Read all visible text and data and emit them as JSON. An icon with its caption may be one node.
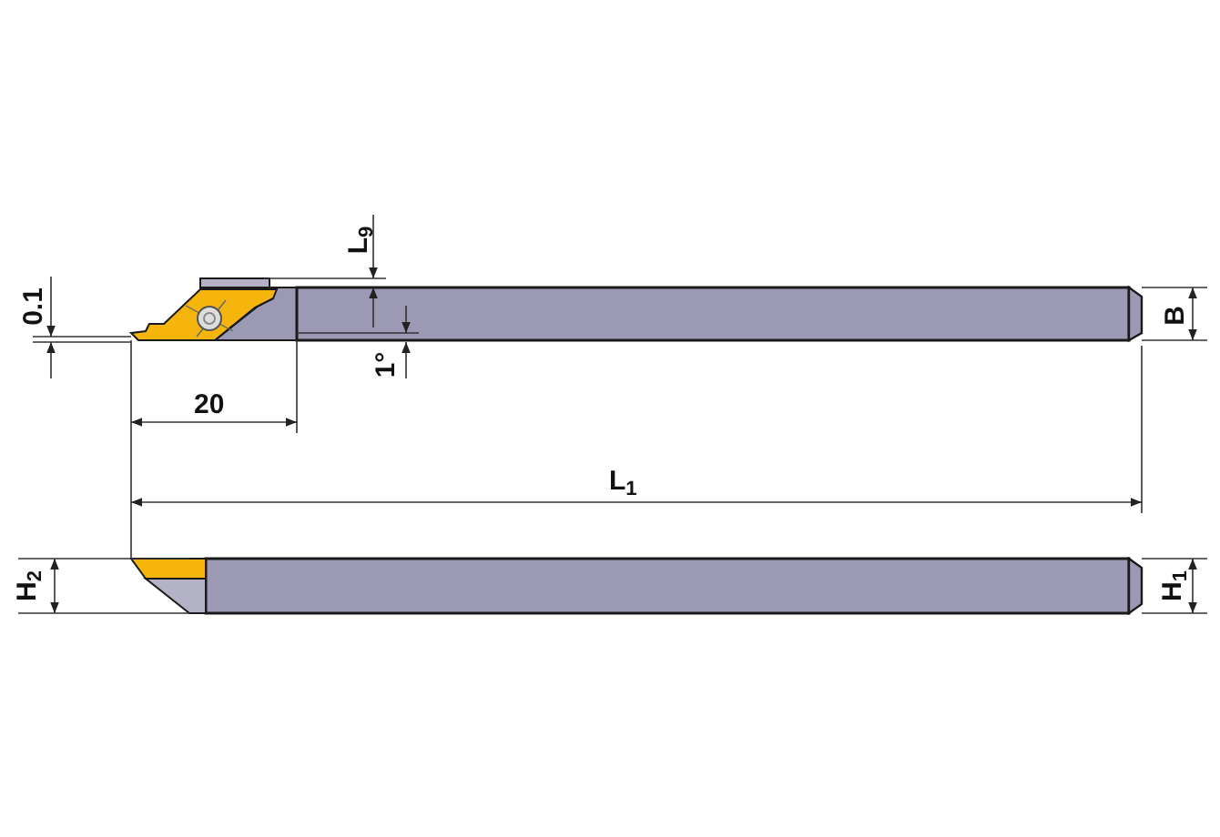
{
  "diagram": {
    "labels": [
      "0.1",
      "L$_{9}$",
      "20",
      "1°",
      "B",
      "L$_{1}$",
      "H$_{2}$",
      "H$_{1}$"
    ]
  }
}
